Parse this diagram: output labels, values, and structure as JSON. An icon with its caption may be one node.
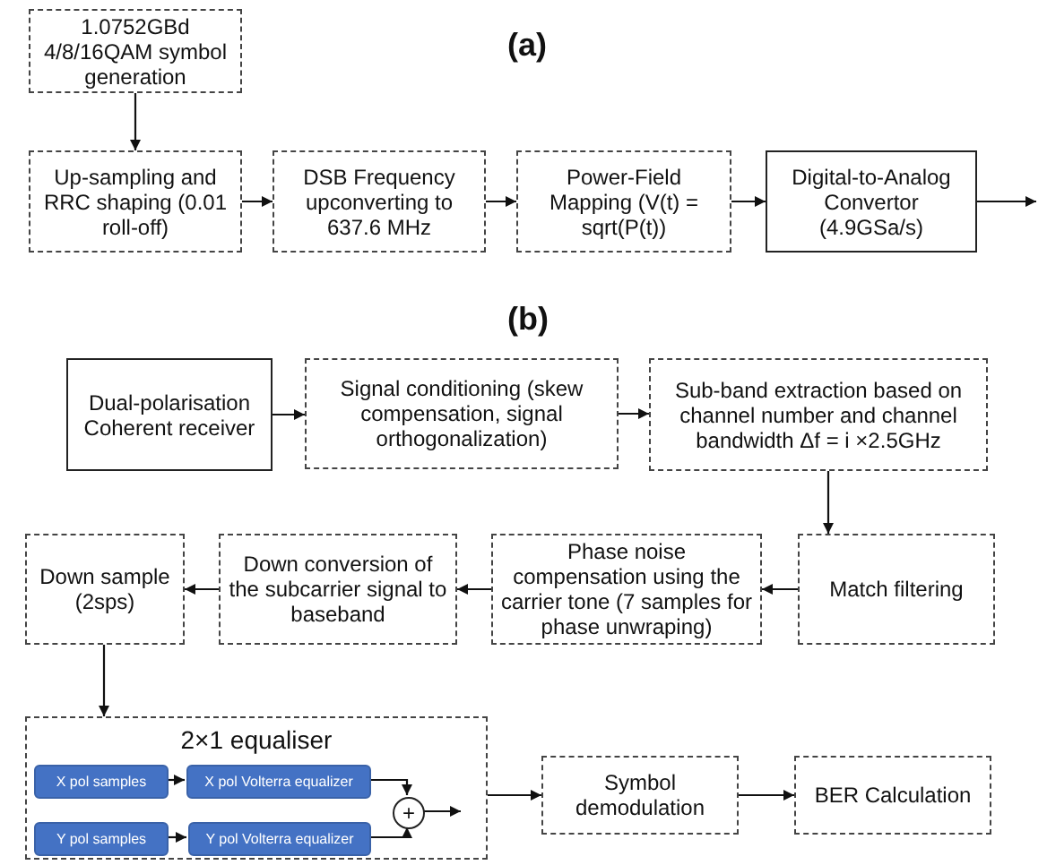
{
  "diagram": {
    "nodes": [
      {
        "text": [
          "1.0752GBd 4/8/16QAM symbol generation"
        ]
      },
      {
        "text": [
          "Up-sampling and RRC shaping (0.01 roll-off)"
        ]
      },
      {
        "text": [
          "DSB Frequency upconverting to 637.6 MHz"
        ]
      },
      {
        "text": [
          "Power-Field Mapping (V(t) = sqrt(P(t))"
        ]
      },
      {
        "text": [
          "Digital-to-Analog Convertor (4.9GSa/s)"
        ]
      },
      {
        "text": [
          "Dual-polarisation Coherent receiver"
        ]
      },
      {
        "text": [
          "Signal conditioning (skew compensation, signal orthogonalization)"
        ]
      },
      {
        "text": [
          "Sub-band extraction based on channel number and channel bandwidth Δf = i ×2.5GHz"
        ]
      },
      {
        "text": [
          "Match filtering"
        ]
      },
      {
        "text": [
          "Phase noise compensation using the carrier tone (7 samples for phase unwraping)"
        ]
      },
      {
        "text": [
          "Down conversion of the subcarrier signal to baseband"
        ]
      },
      {
        "text": [
          "Down sample (2sps)"
        ]
      },
      {
        "text": [
          "2×1 equaliser"
        ]
      },
      {
        "text": [
          "X pol samples"
        ],
        "in": 12
      },
      {
        "text": [
          "X pol Volterra equalizer"
        ],
        "in": 12
      },
      {
        "text": [
          "Y pol samples"
        ],
        "in": 12
      },
      {
        "text": [
          "Y pol Volterra equalizer"
        ],
        "in": 12
      },
      {
        "text": [
          "+"
        ],
        "in": 12
      },
      {
        "text": [
          "Symbol demodulation"
        ]
      },
      {
        "text": [
          "BER Calculation"
        ]
      }
    ],
    "edges": [
      {
        "from": 0,
        "to": 1,
        "arrow": "to"
      },
      {
        "from": 1,
        "to": 2,
        "arrow": "to"
      },
      {
        "from": 2,
        "to": 3,
        "arrow": "to"
      },
      {
        "from": 3,
        "to": 4,
        "arrow": "to"
      },
      {
        "from": 4,
        "to": null,
        "arrow": "to"
      },
      {
        "from": 5,
        "to": 6,
        "arrow": "to"
      },
      {
        "from": 6,
        "to": 7,
        "arrow": "to"
      },
      {
        "from": 7,
        "to": 8,
        "arrow": "to"
      },
      {
        "from": 8,
        "to": 9,
        "arrow": "to"
      },
      {
        "from": 9,
        "to": 10,
        "arrow": "to"
      },
      {
        "from": 10,
        "to": 11,
        "arrow": "to"
      },
      {
        "from": 11,
        "to": 12,
        "arrow": "to"
      },
      {
        "from": 13,
        "to": 14,
        "arrow": "to"
      },
      {
        "from": 15,
        "to": 16,
        "arrow": "to"
      },
      {
        "from": 14,
        "to": 17,
        "arrow": "to"
      },
      {
        "from": 16,
        "to": 17,
        "arrow": "to"
      },
      {
        "from": 17,
        "to": null,
        "arrow": "to"
      },
      {
        "from": 12,
        "to": 18,
        "arrow": "to"
      },
      {
        "from": 18,
        "to": 19,
        "arrow": "to"
      }
    ],
    "labels": [
      "(a)",
      "(b)"
    ]
  }
}
